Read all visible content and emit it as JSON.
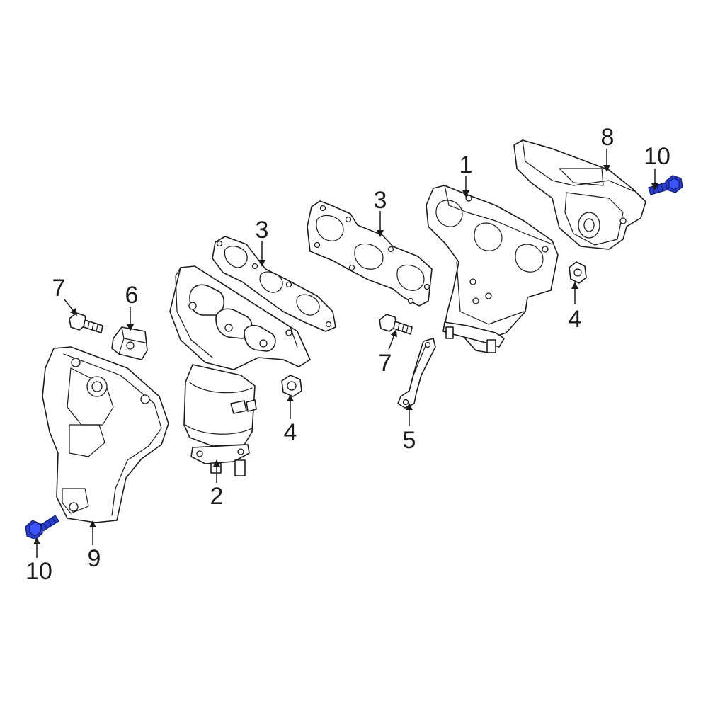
{
  "callouts": {
    "c1": "1",
    "c2": "2",
    "c3a": "3",
    "c3b": "3",
    "c4a": "4",
    "c4b": "4",
    "c5": "5",
    "c6": "6",
    "c7a": "7",
    "c7b": "7",
    "c8": "8",
    "c9": "9",
    "c10a": "10",
    "c10b": "10"
  },
  "colors": {
    "highlight_part": "#2a3fd0",
    "line": "#1a1a1a"
  }
}
